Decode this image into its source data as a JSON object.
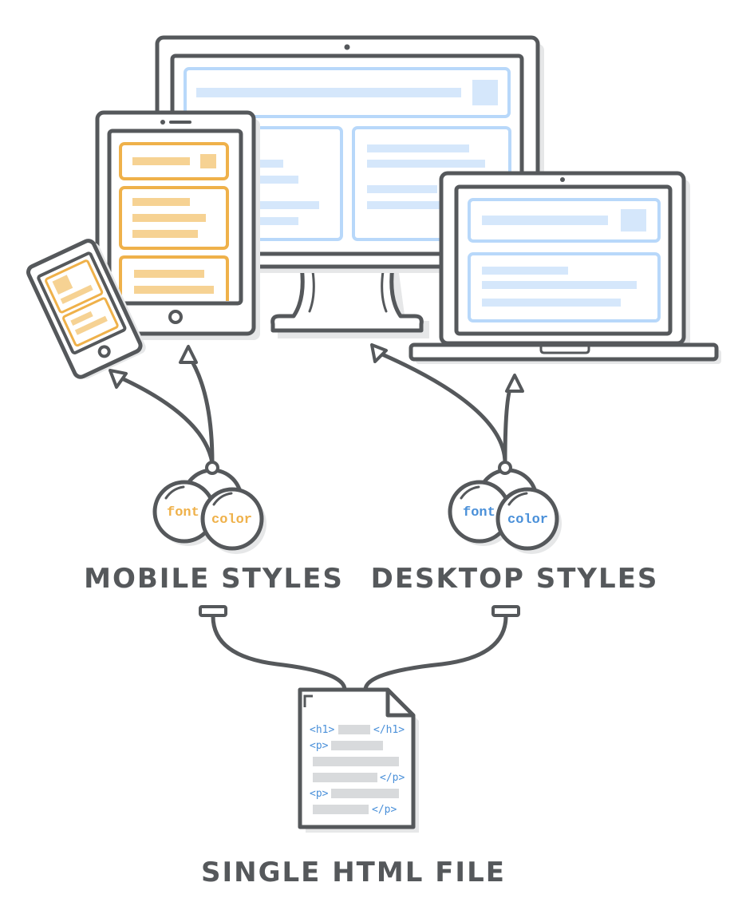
{
  "colors": {
    "outline": "#55585b",
    "mobile_accent": "#efb14a",
    "desktop_accent": "#4a90d9",
    "desktop_panel": "#b8d8fa",
    "placeholder": "#d8dadc"
  },
  "mobile": {
    "label": "MOBILE STYLES",
    "font": "font",
    "color": "color"
  },
  "desktop": {
    "label": "DESKTOP STYLES",
    "font": "font",
    "color": "color"
  },
  "file": {
    "label": "SINGLE HTML FILE",
    "h1_open": "<h1>",
    "h1_close": "</h1>",
    "p1_open": "<p>",
    "p1_close": "</p>",
    "p2_open": "<p>",
    "p2_close": "</p>"
  }
}
